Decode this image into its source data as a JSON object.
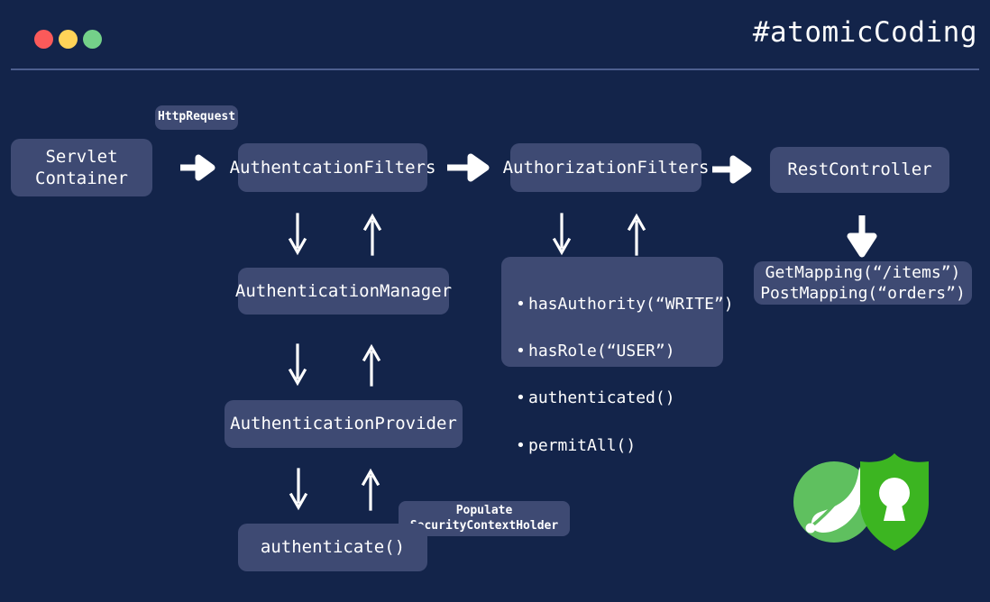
{
  "window": {
    "traffic_lights": [
      {
        "name": "close",
        "color": "#fb5a5a"
      },
      {
        "name": "minimize",
        "color": "#ffd358"
      },
      {
        "name": "maximize",
        "color": "#74d189"
      }
    ],
    "brand_title": "#atomicCoding"
  },
  "theme": {
    "background": "#13244a",
    "node_fill": "#3e4a73",
    "text": "#ffffff",
    "rule_line": "#4d5f8f",
    "logo_leaf_green": "#5fc05f",
    "logo_shield_green": "#3cb521"
  },
  "diagram": {
    "nodes": {
      "servlet_container": "Servlet\nContainer",
      "http_request_badge": "HttpRequest",
      "authentication_filters": "AuthentcationFilters",
      "authorization_filters": "AuthorizationFilters",
      "rest_controller": "RestController",
      "authentication_manager": "AuthenticationManager",
      "authentication_provider": "AuthenticationProvider",
      "authenticate": "authenticate()",
      "populate_badge": "Populate\nSecurityContextHolder",
      "mappings": "GetMapping(“/items”)\nPostMapping(“orders”)"
    },
    "authorization_rules": [
      "hasAuthority(“WRITE”)",
      "hasRole(“USER”)",
      "authenticated()",
      "permitAll()"
    ],
    "arrows": [
      {
        "name": "servlet-to-auth-filters",
        "direction": "right",
        "style": "bold"
      },
      {
        "name": "auth-filters-to-authz-filters",
        "direction": "right",
        "style": "bold"
      },
      {
        "name": "authz-filters-to-rest-controller",
        "direction": "right",
        "style": "bold"
      },
      {
        "name": "auth-filters-down",
        "direction": "down",
        "style": "thin"
      },
      {
        "name": "auth-manager-up",
        "direction": "up",
        "style": "thin"
      },
      {
        "name": "authz-filters-down",
        "direction": "down",
        "style": "thin"
      },
      {
        "name": "authz-rules-up",
        "direction": "up",
        "style": "thin"
      },
      {
        "name": "rest-controller-down",
        "direction": "down",
        "style": "bold"
      },
      {
        "name": "auth-manager-down",
        "direction": "down",
        "style": "thin"
      },
      {
        "name": "auth-provider-up",
        "direction": "up",
        "style": "thin"
      },
      {
        "name": "auth-provider-down",
        "direction": "down",
        "style": "thin"
      },
      {
        "name": "authenticate-up",
        "direction": "up",
        "style": "thin"
      }
    ],
    "logo": {
      "name": "spring-security-logo",
      "parts": [
        "spring-leaf",
        "security-shield"
      ]
    }
  }
}
